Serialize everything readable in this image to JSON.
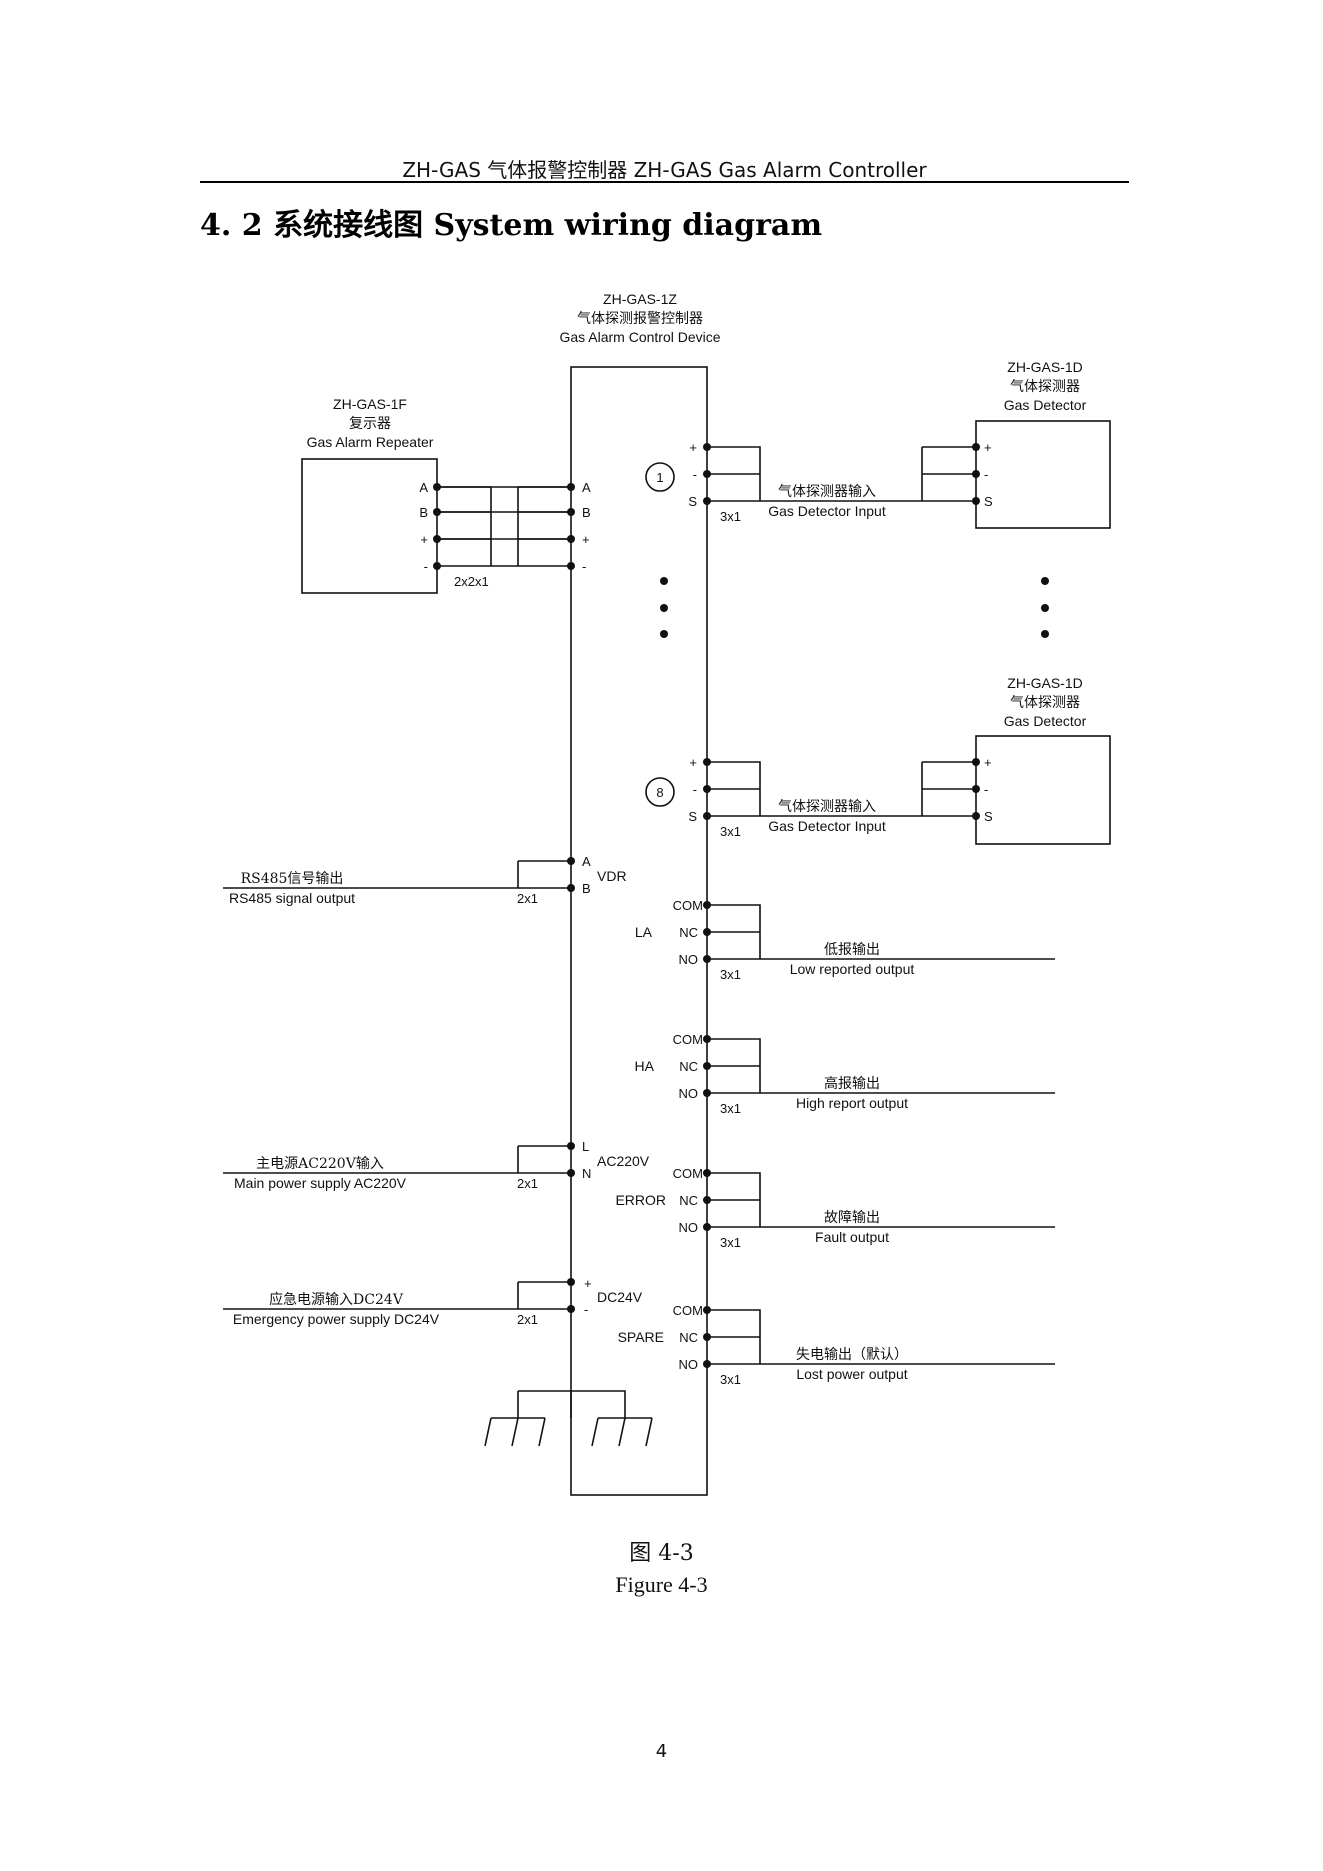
{
  "header": {
    "running_title": "ZH-GAS 气体报警控制器 ZH-GAS Gas Alarm Controller"
  },
  "section": {
    "title": "4. 2 系统接线图 System wiring diagram"
  },
  "controller": {
    "model": "ZH-GAS-1Z",
    "name_cn": "气体探测报警控制器",
    "name_en": "Gas Alarm Control Device"
  },
  "repeater": {
    "model": "ZH-GAS-1F",
    "name_cn": "复示器",
    "name_en": "Gas Alarm Repeater",
    "terminals": [
      "A",
      "B",
      "+",
      "-"
    ],
    "cable": "2x2x1"
  },
  "controller_bus_terminals": [
    "A",
    "B",
    "+",
    "-"
  ],
  "detectors": [
    {
      "model": "ZH-GAS-1D",
      "name_cn": "气体探测器",
      "name_en": "Gas Detector",
      "channel": "1",
      "terminals": [
        "+",
        "-",
        "S"
      ],
      "cable": "3x1",
      "label_cn": "气体探测器输入",
      "label_en": "Gas Detector Input"
    },
    {
      "model": "ZH-GAS-1D",
      "name_cn": "气体探测器",
      "name_en": "Gas Detector",
      "channel": "8",
      "terminals": [
        "+",
        "-",
        "S"
      ],
      "cable": "3x1",
      "label_cn": "气体探测器输入",
      "label_en": "Gas Detector Input"
    }
  ],
  "left_ports": [
    {
      "group": "VDR",
      "terminals": [
        "A",
        "B"
      ],
      "cable": "2x1",
      "label_cn": "RS485信号输出",
      "label_en": "RS485 signal output"
    },
    {
      "group": "AC220V",
      "terminals": [
        "L",
        "N"
      ],
      "cable": "2x1",
      "label_cn": "主电源AC220V输入",
      "label_en": "Main power supply AC220V"
    },
    {
      "group": "DC24V",
      "terminals": [
        "+",
        "-"
      ],
      "cable": "2x1",
      "label_cn": "应急电源输入DC24V",
      "label_en": "Emergency power supply DC24V"
    }
  ],
  "relay_outputs": [
    {
      "group": "LA",
      "terminals": [
        "COM",
        "NC",
        "NO"
      ],
      "cable": "3x1",
      "label_cn": "低报输出",
      "label_en": "Low reported output"
    },
    {
      "group": "HA",
      "terminals": [
        "COM",
        "NC",
        "NO"
      ],
      "cable": "3x1",
      "label_cn": "高报输出",
      "label_en": "High report output"
    },
    {
      "group": "ERROR",
      "terminals": [
        "COM",
        "NC",
        "NO"
      ],
      "cable": "3x1",
      "label_cn": "故障输出",
      "label_en": "Fault output"
    },
    {
      "group": "SPARE",
      "terminals": [
        "COM",
        "NC",
        "NO"
      ],
      "cable": "3x1",
      "label_cn": "失电输出（默认）",
      "label_en": "Lost power output"
    }
  ],
  "figure": {
    "caption_cn": "图 4-3",
    "caption_en": "Figure 4-3"
  },
  "page": {
    "number": "4"
  }
}
